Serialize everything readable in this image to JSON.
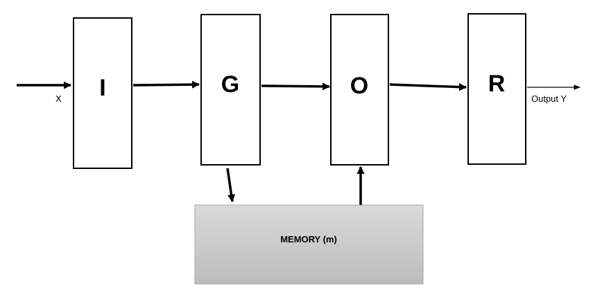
{
  "diagram": {
    "input_label": "X",
    "output_label": "Output Y",
    "boxes": [
      {
        "id": "I",
        "label": "I"
      },
      {
        "id": "G",
        "label": "G"
      },
      {
        "id": "O",
        "label": "O"
      },
      {
        "id": "R",
        "label": "R"
      }
    ],
    "memory_label": "MEMORY (m)",
    "memory_fill_top": "#d9d9d9",
    "memory_fill_bottom": "#bdbdbd",
    "box_color": "#ffffff",
    "line_color": "#000000"
  }
}
